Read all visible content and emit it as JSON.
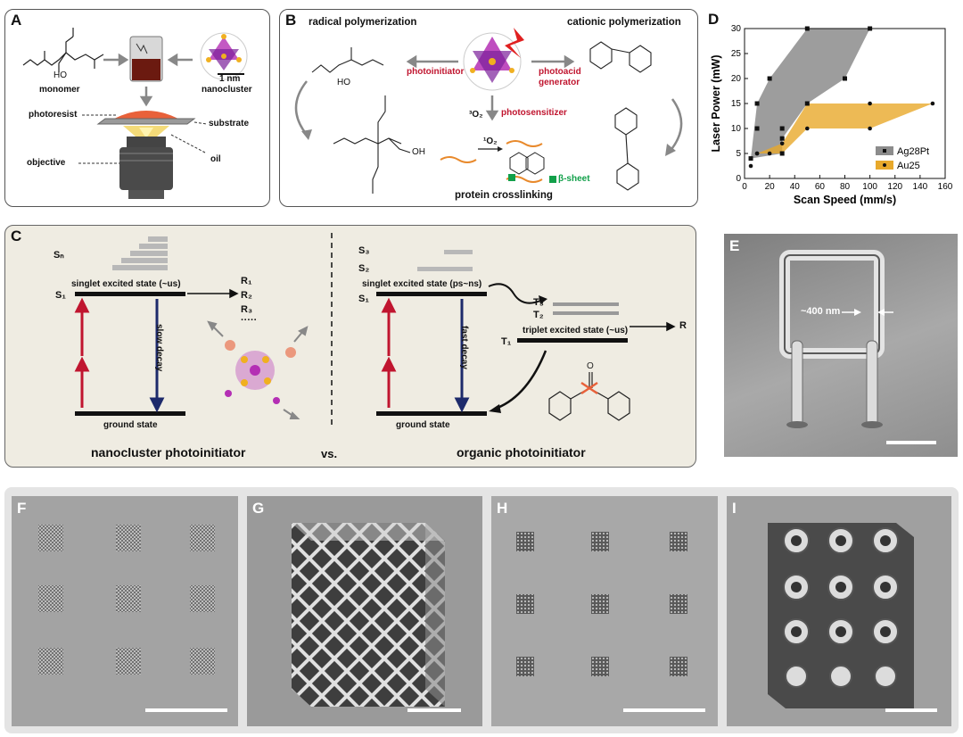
{
  "panelA": {
    "label": "A",
    "monomer": "monomer",
    "nanocluster": "nanocluster",
    "scale": "1 nm",
    "photoresist": "photoresist",
    "substrate": "substrate",
    "objective": "objective",
    "oil": "oil",
    "ho": "HO"
  },
  "panelB": {
    "label": "B",
    "radical": "radical polymerization",
    "cationic": "cationic polymerization",
    "photoinitiator": "photoinitiator",
    "photoacid1": "photoacid",
    "photoacid2": "generator",
    "photosensitizer": "photosensitizer",
    "o2": "³O₂",
    "singlet_o2": "¹O₂",
    "beta": "β-sheet",
    "protein": "protein crosslinking",
    "ho": "HO",
    "oh": "OH"
  },
  "panelC": {
    "label": "C",
    "sn": "Sₙ",
    "s1_left": "S₁",
    "singlet_left": "singlet excited state (~us)",
    "slow": "slow decay",
    "ground_left": "ground state",
    "r1": "R₁",
    "r2": "R₂",
    "r3": "R₃",
    "rdots": "·····",
    "nano_title": "nanocluster photoinitiator",
    "vs": "vs.",
    "s3": "S₃",
    "s2": "S₂",
    "s1_right": "S₁",
    "singlet_right": "singlet excited state (ps~ns)",
    "t3": "T₃",
    "t2": "T₂",
    "t1": "T₁",
    "triplet": "triplet excited state (~us)",
    "r": "R",
    "fast": "fast decay",
    "ground_right": "ground state",
    "organic_title": "organic photoinitiator"
  },
  "panelE": {
    "label": "E",
    "measure": "~400 nm"
  },
  "panelF": {
    "label": "F"
  },
  "panelG": {
    "label": "G"
  },
  "panelH": {
    "label": "H"
  },
  "panelI": {
    "label": "I"
  },
  "colors": {
    "ag": "#8c8c8c",
    "au": "#e8a92b",
    "red": "#c0152f",
    "navy": "#1d2a6b",
    "green": "#12a04a"
  },
  "chart_data": {
    "type": "area",
    "xlabel": "Scan Speed (mm/s)",
    "ylabel": "Laser Power (mW)",
    "xlim": [
      0,
      160
    ],
    "ylim": [
      0,
      30
    ],
    "xticks": [
      0,
      20,
      40,
      60,
      80,
      100,
      120,
      140,
      160
    ],
    "yticks": [
      0,
      5,
      10,
      15,
      20,
      25,
      30
    ],
    "legend_position": "bottom-right",
    "series": [
      {
        "name": "Ag28Pt",
        "color": "#8c8c8c",
        "marker": "square",
        "points": [
          [
            5,
            4
          ],
          [
            10,
            10
          ],
          [
            10,
            15
          ],
          [
            20,
            20
          ],
          [
            30,
            5
          ],
          [
            30,
            8
          ],
          [
            30,
            10
          ],
          [
            50,
            15
          ],
          [
            50,
            30
          ],
          [
            100,
            30
          ],
          [
            80,
            20
          ]
        ],
        "polygon": [
          [
            5,
            4
          ],
          [
            10,
            15
          ],
          [
            20,
            20
          ],
          [
            50,
            30
          ],
          [
            100,
            30
          ],
          [
            80,
            20
          ],
          [
            50,
            15
          ],
          [
            30,
            8
          ],
          [
            30,
            5
          ]
        ]
      },
      {
        "name": "Au25",
        "color": "#e8a92b",
        "marker": "circle",
        "points": [
          [
            5,
            2.5
          ],
          [
            10,
            5
          ],
          [
            20,
            5
          ],
          [
            30,
            5
          ],
          [
            30,
            7
          ],
          [
            50,
            10
          ],
          [
            100,
            10
          ],
          [
            150,
            15
          ],
          [
            100,
            15
          ],
          [
            50,
            15
          ],
          [
            10,
            5
          ]
        ],
        "polygon": [
          [
            5,
            2.5
          ],
          [
            10,
            5
          ],
          [
            30,
            5
          ],
          [
            50,
            10
          ],
          [
            100,
            10
          ],
          [
            150,
            15
          ],
          [
            50,
            15
          ],
          [
            30,
            7
          ],
          [
            10,
            5
          ]
        ]
      }
    ]
  }
}
